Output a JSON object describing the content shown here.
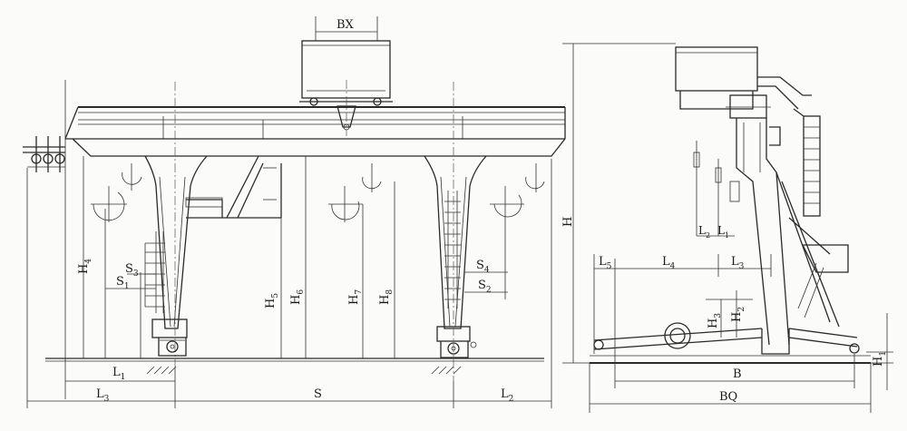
{
  "labels": {
    "bx": "BX",
    "h4": "H",
    "h4_sub": "4",
    "s3": "S",
    "s3_sub": "3",
    "s1": "S",
    "s1_sub": "1",
    "h5": "H",
    "h5_sub": "5",
    "h6": "H",
    "h6_sub": "6",
    "h7": "H",
    "h7_sub": "7",
    "h8": "H",
    "h8_sub": "8",
    "s4": "S",
    "s4_sub": "4",
    "s2": "S",
    "s2_sub": "2",
    "l1": "L",
    "l1_sub": "1",
    "l3": "L",
    "l3_sub": "3",
    "s": "S",
    "l2": "L",
    "l2_sub": "2",
    "h": "H",
    "l2r": "L",
    "l2r_sub": "2",
    "l1r": "L",
    "l1r_sub": "1",
    "l5": "L",
    "l5_sub": "5",
    "l4": "L",
    "l4_sub": "4",
    "l3r": "L",
    "l3r_sub": "3",
    "h3": "H",
    "h3_sub": "3",
    "h2": "H",
    "h2_sub": "2",
    "h1": "H",
    "h1_sub": "1",
    "b": "B",
    "bq": "BQ"
  }
}
